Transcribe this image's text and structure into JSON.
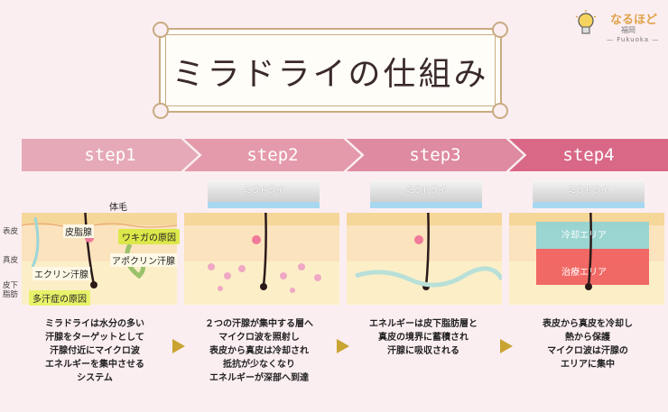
{
  "title": "ミラドライの仕組み",
  "logo": {
    "name": "なるほど",
    "sub": "福岡",
    "en": "Fukuoka"
  },
  "side_labels": {
    "epidermis": "表皮",
    "dermis": "真皮",
    "subcutaneous": "皮下\n脂肪"
  },
  "steps": [
    {
      "label": "step1",
      "color": "#e5a9b7"
    },
    {
      "label": "step2",
      "color": "#e49aaa"
    },
    {
      "label": "step3",
      "color": "#de8aa0"
    },
    {
      "label": "step4",
      "color": "#d96887"
    }
  ],
  "panel1": {
    "hair": "体毛",
    "sebaceous": "皮脂腺",
    "wakiga": "ワキガの原因",
    "apocrine": "アポクリン汗腺",
    "eccrine": "エクリン汗腺",
    "hyperhidrosis": "多汗症の原因"
  },
  "device_label": "ミラドライ",
  "panel4": {
    "cool": "冷却エリア",
    "treat": "治療エリア"
  },
  "descriptions": [
    [
      "ミラドライは水分の多い",
      "汗腺をターゲットとして",
      "汗腺付近にマイクロ波",
      "エネルギーを集中させる",
      "システム"
    ],
    [
      "２つの汗腺が集中する層へ",
      "マイクロ波を照射し",
      "表皮から真皮は冷却され",
      "抵抗が少なくなり",
      "エネルギーが深部へ到達"
    ],
    [
      "エネルギーは皮下脂肪層と",
      "真皮の境界に蓄積され",
      "汗腺に吸収される"
    ],
    [
      "表皮から真皮を冷却し",
      "熱から保護",
      "マイクロ波は汗腺の",
      "エリアに集中"
    ]
  ]
}
